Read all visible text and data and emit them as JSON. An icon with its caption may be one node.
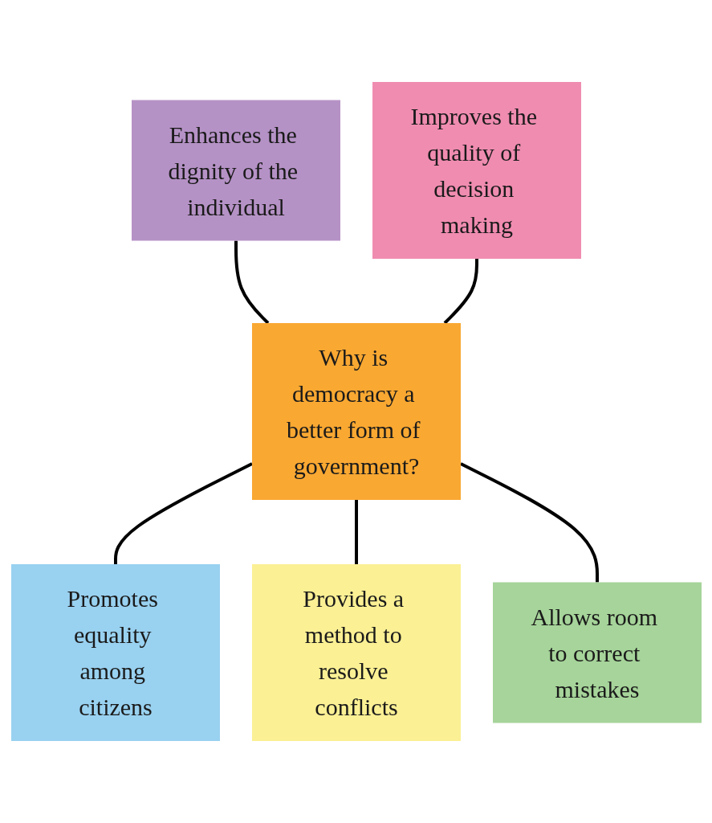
{
  "diagram": {
    "nodes": [
      {
        "text": [
          "Why is democracy a better form of government?"
        ]
      },
      {
        "text": [
          "Enhances the dignity of the individual"
        ]
      },
      {
        "text": [
          "Improves the quality of decision making"
        ]
      },
      {
        "text": [
          "Promotes equality among citizens"
        ]
      },
      {
        "text": [
          "Provides a method to resolve conflicts"
        ]
      },
      {
        "text": [
          "Allows room to correct mistakes"
        ]
      }
    ],
    "edges": [
      {
        "from": 1,
        "to": 0,
        "arrow": "none"
      },
      {
        "from": 2,
        "to": 0,
        "arrow": "none"
      },
      {
        "from": 0,
        "to": 3,
        "arrow": "none"
      },
      {
        "from": 0,
        "to": 4,
        "arrow": "none"
      },
      {
        "from": 0,
        "to": 5,
        "arrow": "none"
      }
    ]
  }
}
